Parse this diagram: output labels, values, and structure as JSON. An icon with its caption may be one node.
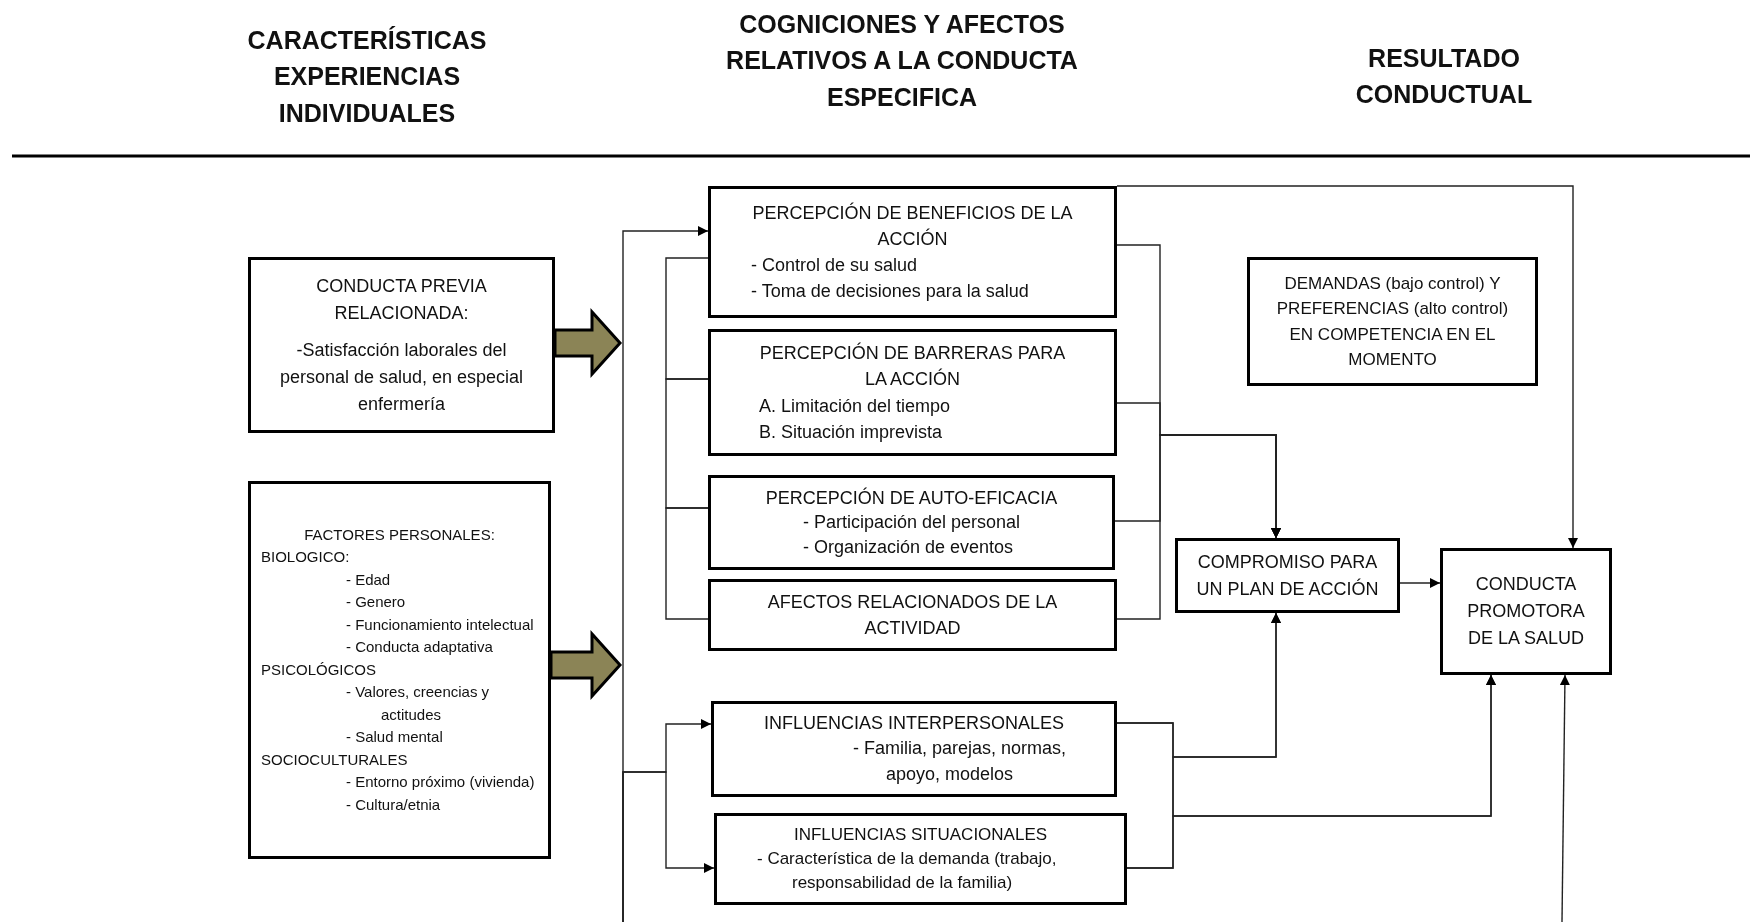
{
  "diagram": {
    "nodes": [
      {
        "text": [
          "CONDUCTA PREVIA RELACIONADA:",
          "-Satisfacción laborales del personal de salud, en especial enfermería"
        ]
      },
      {
        "text": [
          "FACTORES PERSONALES:",
          "BIOLOGICO:",
          "- Edad",
          "- Genero",
          "- Funcionamiento intelectual",
          "- Conducta adaptativa",
          "PSICOLÓGICOS",
          "- Valores, creencias y actitudes",
          "- Salud mental",
          "SOCIOCULTURALES",
          "- Entorno próximo (vivienda)",
          "- Cultura/etnia"
        ]
      },
      {
        "text": [
          "PERCEPCIÓN DE BENEFICIOS DE LA ACCIÓN",
          "- Control de su salud",
          "- Toma de decisiones para la salud"
        ]
      },
      {
        "text": [
          "PERCEPCIÓN DE BARRERAS PARA LA ACCIÓN",
          "A. Limitación del tiempo",
          "B. Situación imprevista"
        ]
      },
      {
        "text": [
          "PERCEPCIÓN DE AUTO-EFICACIA",
          "- Participación del personal",
          "- Organización de eventos"
        ]
      },
      {
        "text": [
          "AFECTOS RELACIONADOS DE LA ACTIVIDAD"
        ]
      },
      {
        "text": [
          "INFLUENCIAS INTERPERSONALES",
          "- Familia, parejas, normas, apoyo, modelos"
        ]
      },
      {
        "text": [
          "INFLUENCIAS SITUACIONALES",
          "- Característica de la demanda (trabajo, responsabilidad de la familia)"
        ]
      },
      {
        "text": [
          "DEMANDAS (bajo control) Y PREFERENCIAS (alto control) EN COMPETENCIA EN EL MOMENTO"
        ]
      },
      {
        "text": [
          "COMPROMISO PARA UN PLAN DE ACCIÓN"
        ]
      },
      {
        "text": [
          "CONDUCTA PROMOTORA DE LA SALUD"
        ]
      }
    ],
    "edges": [
      {
        "from": 0,
        "to": null,
        "arrow": "to",
        "style": "thick",
        "color": "#8b8456"
      },
      {
        "from": 1,
        "to": null,
        "arrow": "to",
        "style": "thick",
        "color": "#8b8456"
      },
      {
        "from": null,
        "to": 2,
        "arrow": "to"
      },
      {
        "from": null,
        "to": 6,
        "arrow": "to"
      },
      {
        "from": null,
        "to": 7,
        "arrow": "to"
      },
      {
        "from": 2,
        "to": 3,
        "arrow": "none"
      },
      {
        "from": 3,
        "to": 4,
        "arrow": "none"
      },
      {
        "from": 4,
        "to": 5,
        "arrow": "none"
      },
      {
        "from": 2,
        "to": 9,
        "arrow": "to"
      },
      {
        "from": 3,
        "to": 9,
        "arrow": "to"
      },
      {
        "from": 4,
        "to": 9,
        "arrow": "to"
      },
      {
        "from": 5,
        "to": 9,
        "arrow": "to"
      },
      {
        "from": 2,
        "to": 10,
        "arrow": "to"
      },
      {
        "from": 9,
        "to": 10,
        "arrow": "to"
      },
      {
        "from": 6,
        "to": 9,
        "arrow": "to"
      },
      {
        "from": 7,
        "to": 9,
        "arrow": "to"
      },
      {
        "from": 6,
        "to": 10,
        "arrow": "to"
      },
      {
        "from": 7,
        "to": 10,
        "arrow": "to"
      },
      {
        "from": null,
        "to": 10,
        "arrow": "to"
      }
    ],
    "labels": [
      "CARACTERÍSTICAS EXPERIENCIAS INDIVIDUALES",
      "COGNICIONES Y AFECTOS RELATIVOS A LA CONDUCTA ESPECIFICA",
      "RESULTADO CONDUCTUAL"
    ]
  }
}
